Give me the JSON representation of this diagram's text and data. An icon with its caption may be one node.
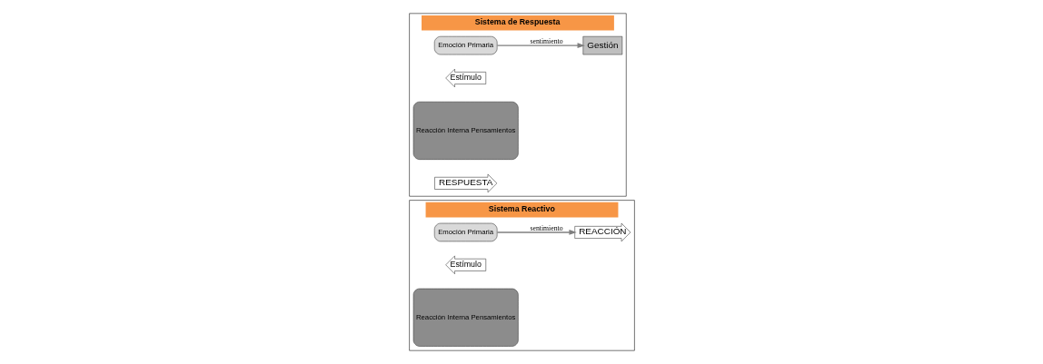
{
  "diagram": {
    "nodes": [
      {
        "text": [
          "Sistema Reactivo"
        ]
      },
      {
        "text": [
          "Emoción Primaria"
        ],
        "in": 0
      },
      {
        "text": [
          "Estímulo"
        ],
        "in": 0
      },
      {
        "text": [
          "Reacción Interna Pensamientos"
        ],
        "in": 0
      },
      {
        "text": [
          "REACCIÓN"
        ],
        "in": 0
      },
      {
        "text": [
          "Sistema de Respuesta"
        ]
      },
      {
        "text": [
          "Emoción Primaria"
        ],
        "in": 5
      },
      {
        "text": [
          "Estímulo"
        ],
        "in": 5
      },
      {
        "text": [
          "Reacción Interna Pensamientos"
        ],
        "in": 5
      },
      {
        "text": [
          "Gestión"
        ],
        "in": 5
      },
      {
        "text": [
          "RESPUESTA"
        ],
        "in": 5
      }
    ],
    "edges": [
      {
        "from": 1,
        "to": 4,
        "arrow": "to",
        "label": "sentimiento"
      },
      {
        "from": 6,
        "to": 9,
        "arrow": "to",
        "label": "sentimiento"
      }
    ]
  }
}
